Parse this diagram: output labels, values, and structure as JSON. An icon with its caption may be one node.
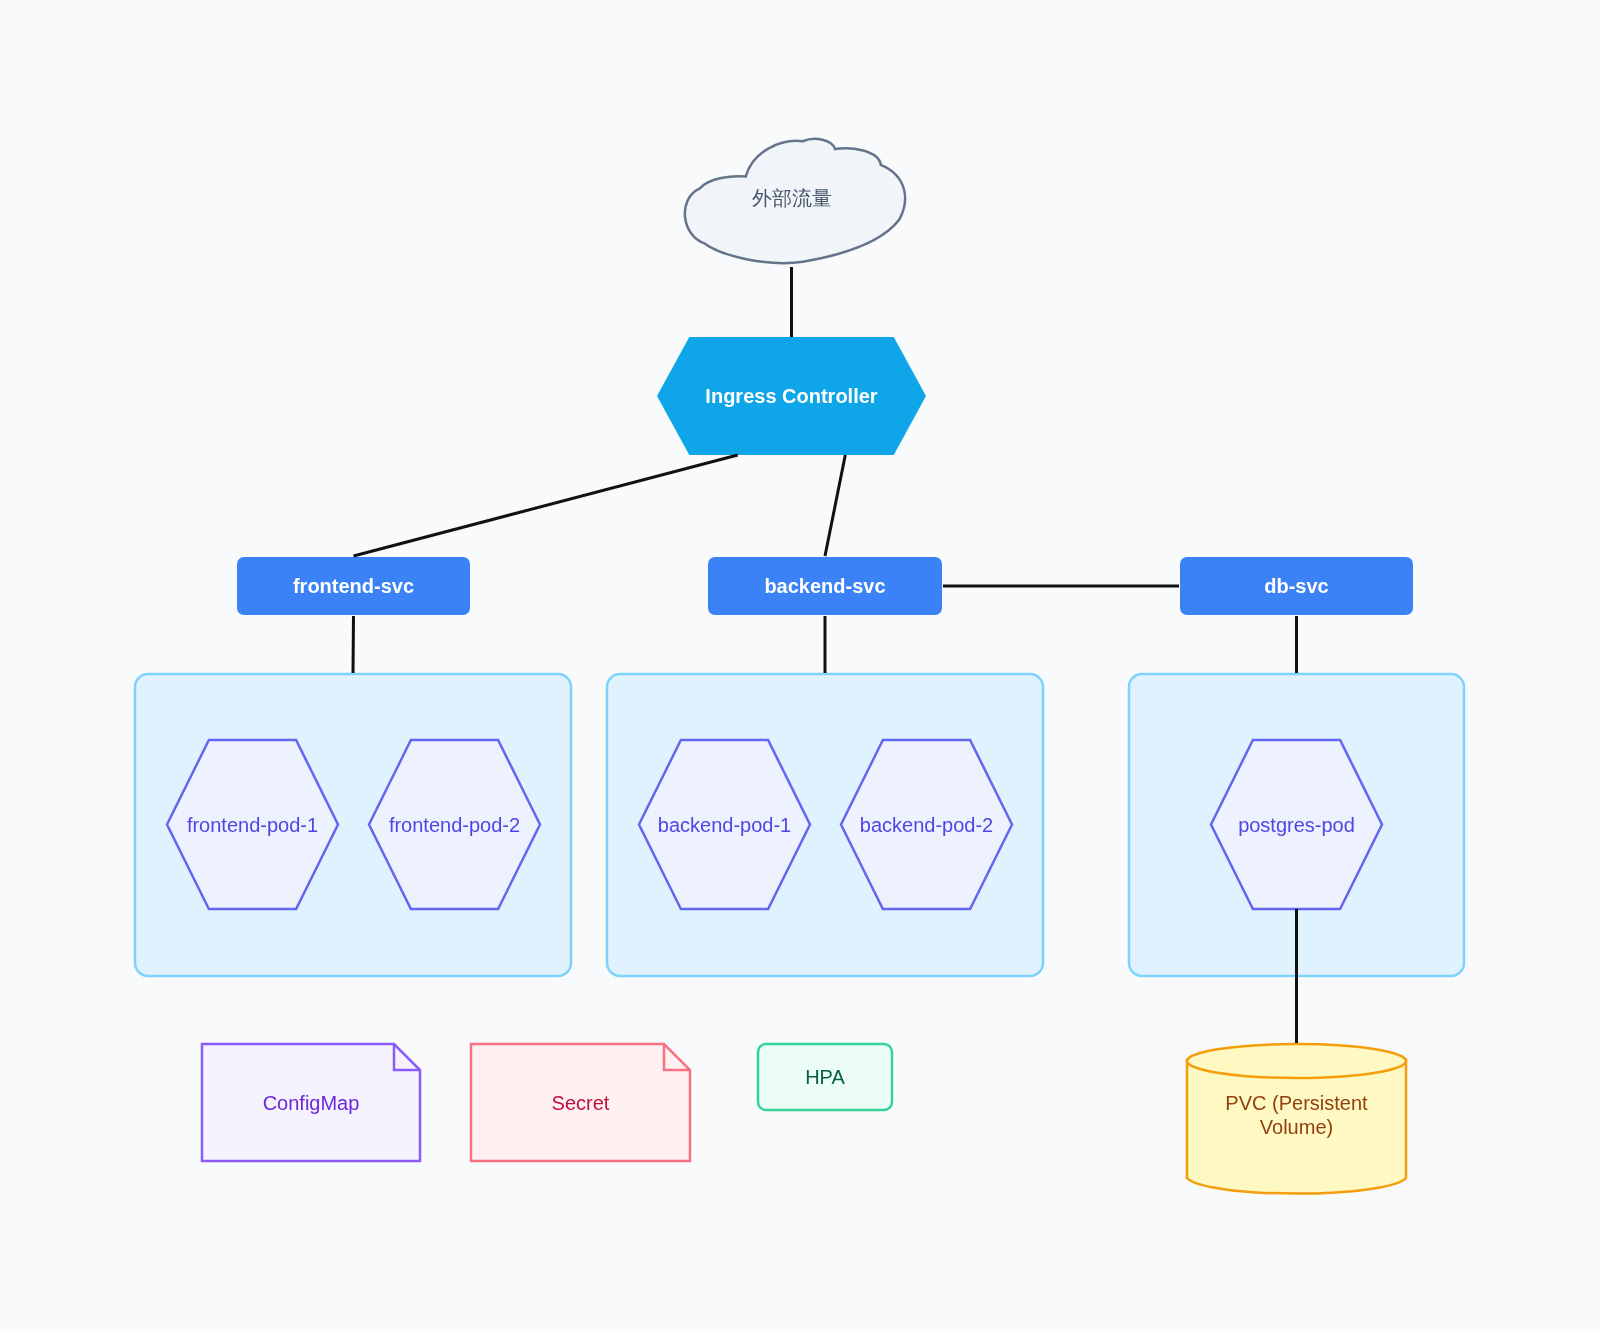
{
  "diagram": {
    "nodes": [
      {
        "text": [
          "外部流量"
        ]
      },
      {
        "text": [
          "Ingress Controller"
        ]
      },
      {
        "text": [
          "frontend-svc"
        ]
      },
      {
        "text": [
          "backend-svc"
        ]
      },
      {
        "text": [
          "db-svc"
        ]
      },
      {
        "text": [],
        "shape": "box"
      },
      {
        "text": [
          "frontend-pod-1"
        ],
        "in": 5
      },
      {
        "text": [
          "frontend-pod-2"
        ],
        "in": 5
      },
      {
        "text": [],
        "shape": "box"
      },
      {
        "text": [
          "backend-pod-1"
        ],
        "in": 8
      },
      {
        "text": [
          "backend-pod-2"
        ],
        "in": 8
      },
      {
        "text": [],
        "shape": "box"
      },
      {
        "text": [
          "postgres-pod"
        ],
        "in": 11
      },
      {
        "text": [
          "ConfigMap"
        ]
      },
      {
        "text": [
          "Secret"
        ]
      },
      {
        "text": [
          "HPA"
        ]
      },
      {
        "text": [
          "PVC (Persistent Volume)"
        ]
      }
    ],
    "edges": [
      {
        "from": 0,
        "to": 1,
        "arrow": "none"
      },
      {
        "from": 1,
        "to": 2,
        "arrow": "none"
      },
      {
        "from": 1,
        "to": 3,
        "arrow": "none"
      },
      {
        "from": 3,
        "to": 4,
        "arrow": "none"
      },
      {
        "from": 2,
        "to": 5,
        "arrow": "none"
      },
      {
        "from": 3,
        "to": 8,
        "arrow": "none"
      },
      {
        "from": 4,
        "to": 11,
        "arrow": "none"
      },
      {
        "from": 12,
        "to": 16,
        "arrow": "none"
      }
    ]
  }
}
